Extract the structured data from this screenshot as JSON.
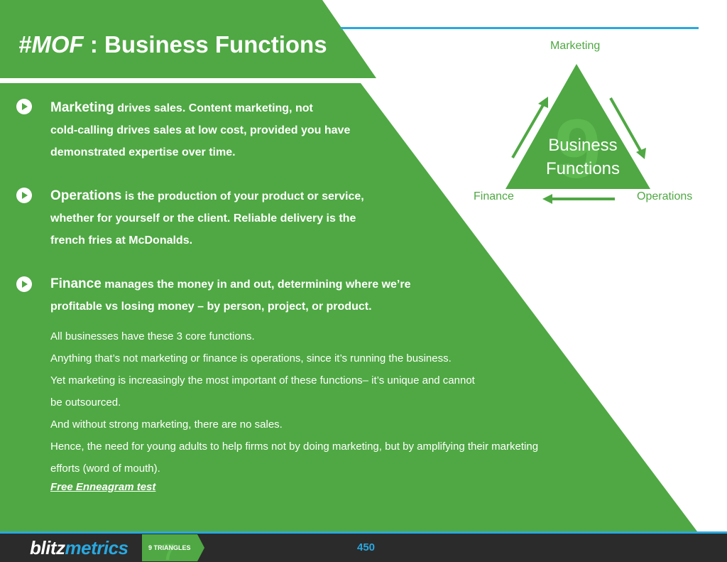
{
  "title": {
    "tag": "#MOF",
    "separator": " : ",
    "main": "Business Functions"
  },
  "bullets": [
    {
      "lead": "Marketing",
      "lines": [
        " drives sales. Content marketing, not",
        "cold-calling drives sales at low cost, provided you have",
        "demonstrated expertise over time."
      ]
    },
    {
      "lead": "Operations",
      "lines": [
        " is the production of your product or service,",
        "whether for yourself or the client. Reliable delivery is the",
        "french fries at McDonalds."
      ]
    },
    {
      "lead": "Finance",
      "lines": [
        " manages the money in and out, determining where we’re",
        "profitable vs losing money – by person, project, or product."
      ]
    }
  ],
  "body": [
    "All businesses have these 3 core functions.",
    "Anything that’s not marketing or finance is operations, since it’s running the business.",
    "Yet marketing is increasingly the most important of these functions– it’s unique and cannot",
    "be outsourced.",
    "And without strong marketing, there are no sales.",
    "Hence, the need for young adults to help firms not by doing marketing, but by amplifying their marketing",
    "efforts (word of mouth)."
  ],
  "link_text": "Free Enneagram test",
  "diagram": {
    "top_label": "Marketing",
    "left_label": "Finance",
    "right_label": "Operations",
    "center_line1": "Business",
    "center_line2": "Functions",
    "watermark": "9"
  },
  "footer": {
    "logo_part1": "blitz",
    "logo_part2": "metrics",
    "badge_text": "9 TRIANGLES",
    "badge_number": "7",
    "page_number": "450"
  },
  "colors": {
    "green": "#4fa843",
    "blue": "#29a8e0",
    "footer": "#2b2b2b"
  }
}
